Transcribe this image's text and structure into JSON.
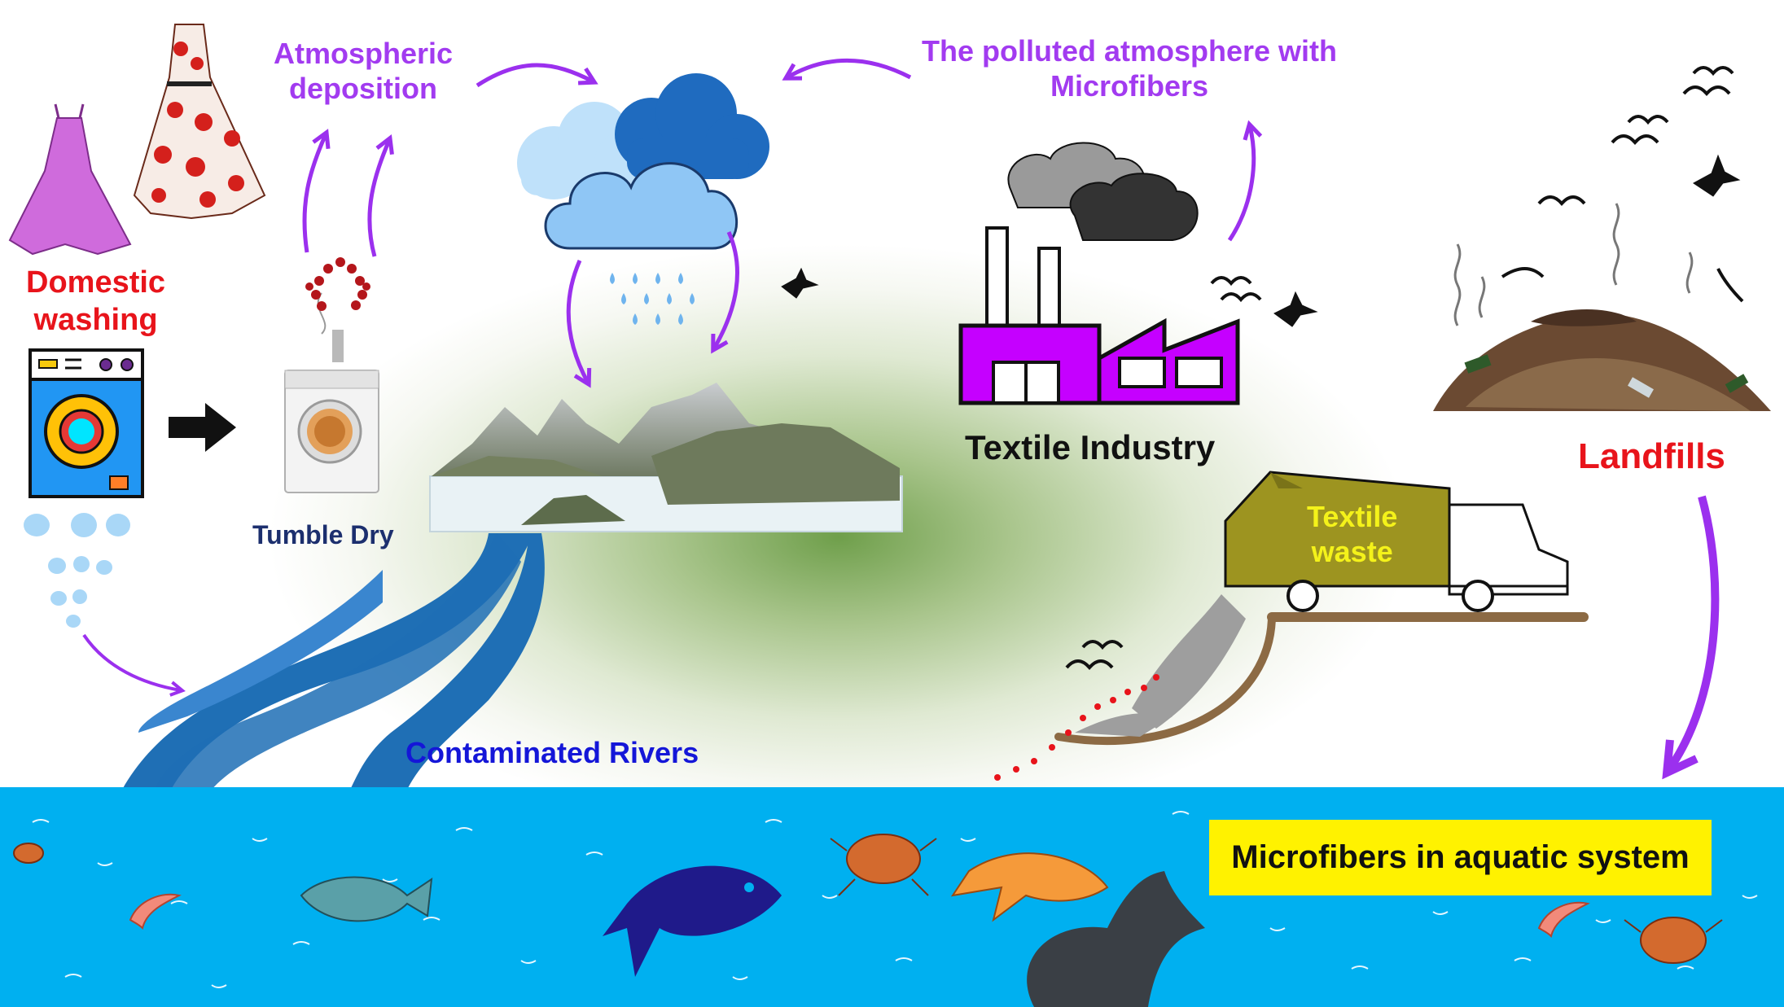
{
  "labels": {
    "domestic_washing": "Domestic\nwashing",
    "atmospheric_deposition": "Atmospheric\ndeposition",
    "polluted_atmosphere": "The polluted atmosphere with\nMicrofibers",
    "tumble_dry": "Tumble Dry",
    "textile_industry": "Textile Industry",
    "landfills": "Landfills",
    "textile_waste": "Textile\nwaste",
    "contaminated_rivers": "Contaminated Rivers",
    "microfibers_aquatic": "Microfibers in aquatic system"
  },
  "colors": {
    "red_label": "#e8141b",
    "purple_label": "#a23bf0",
    "arrow": "#9b30ee",
    "water": "#00b0f0",
    "river": "#1f6fb5",
    "factory": "#c500ff",
    "highlight": "#fff200"
  }
}
